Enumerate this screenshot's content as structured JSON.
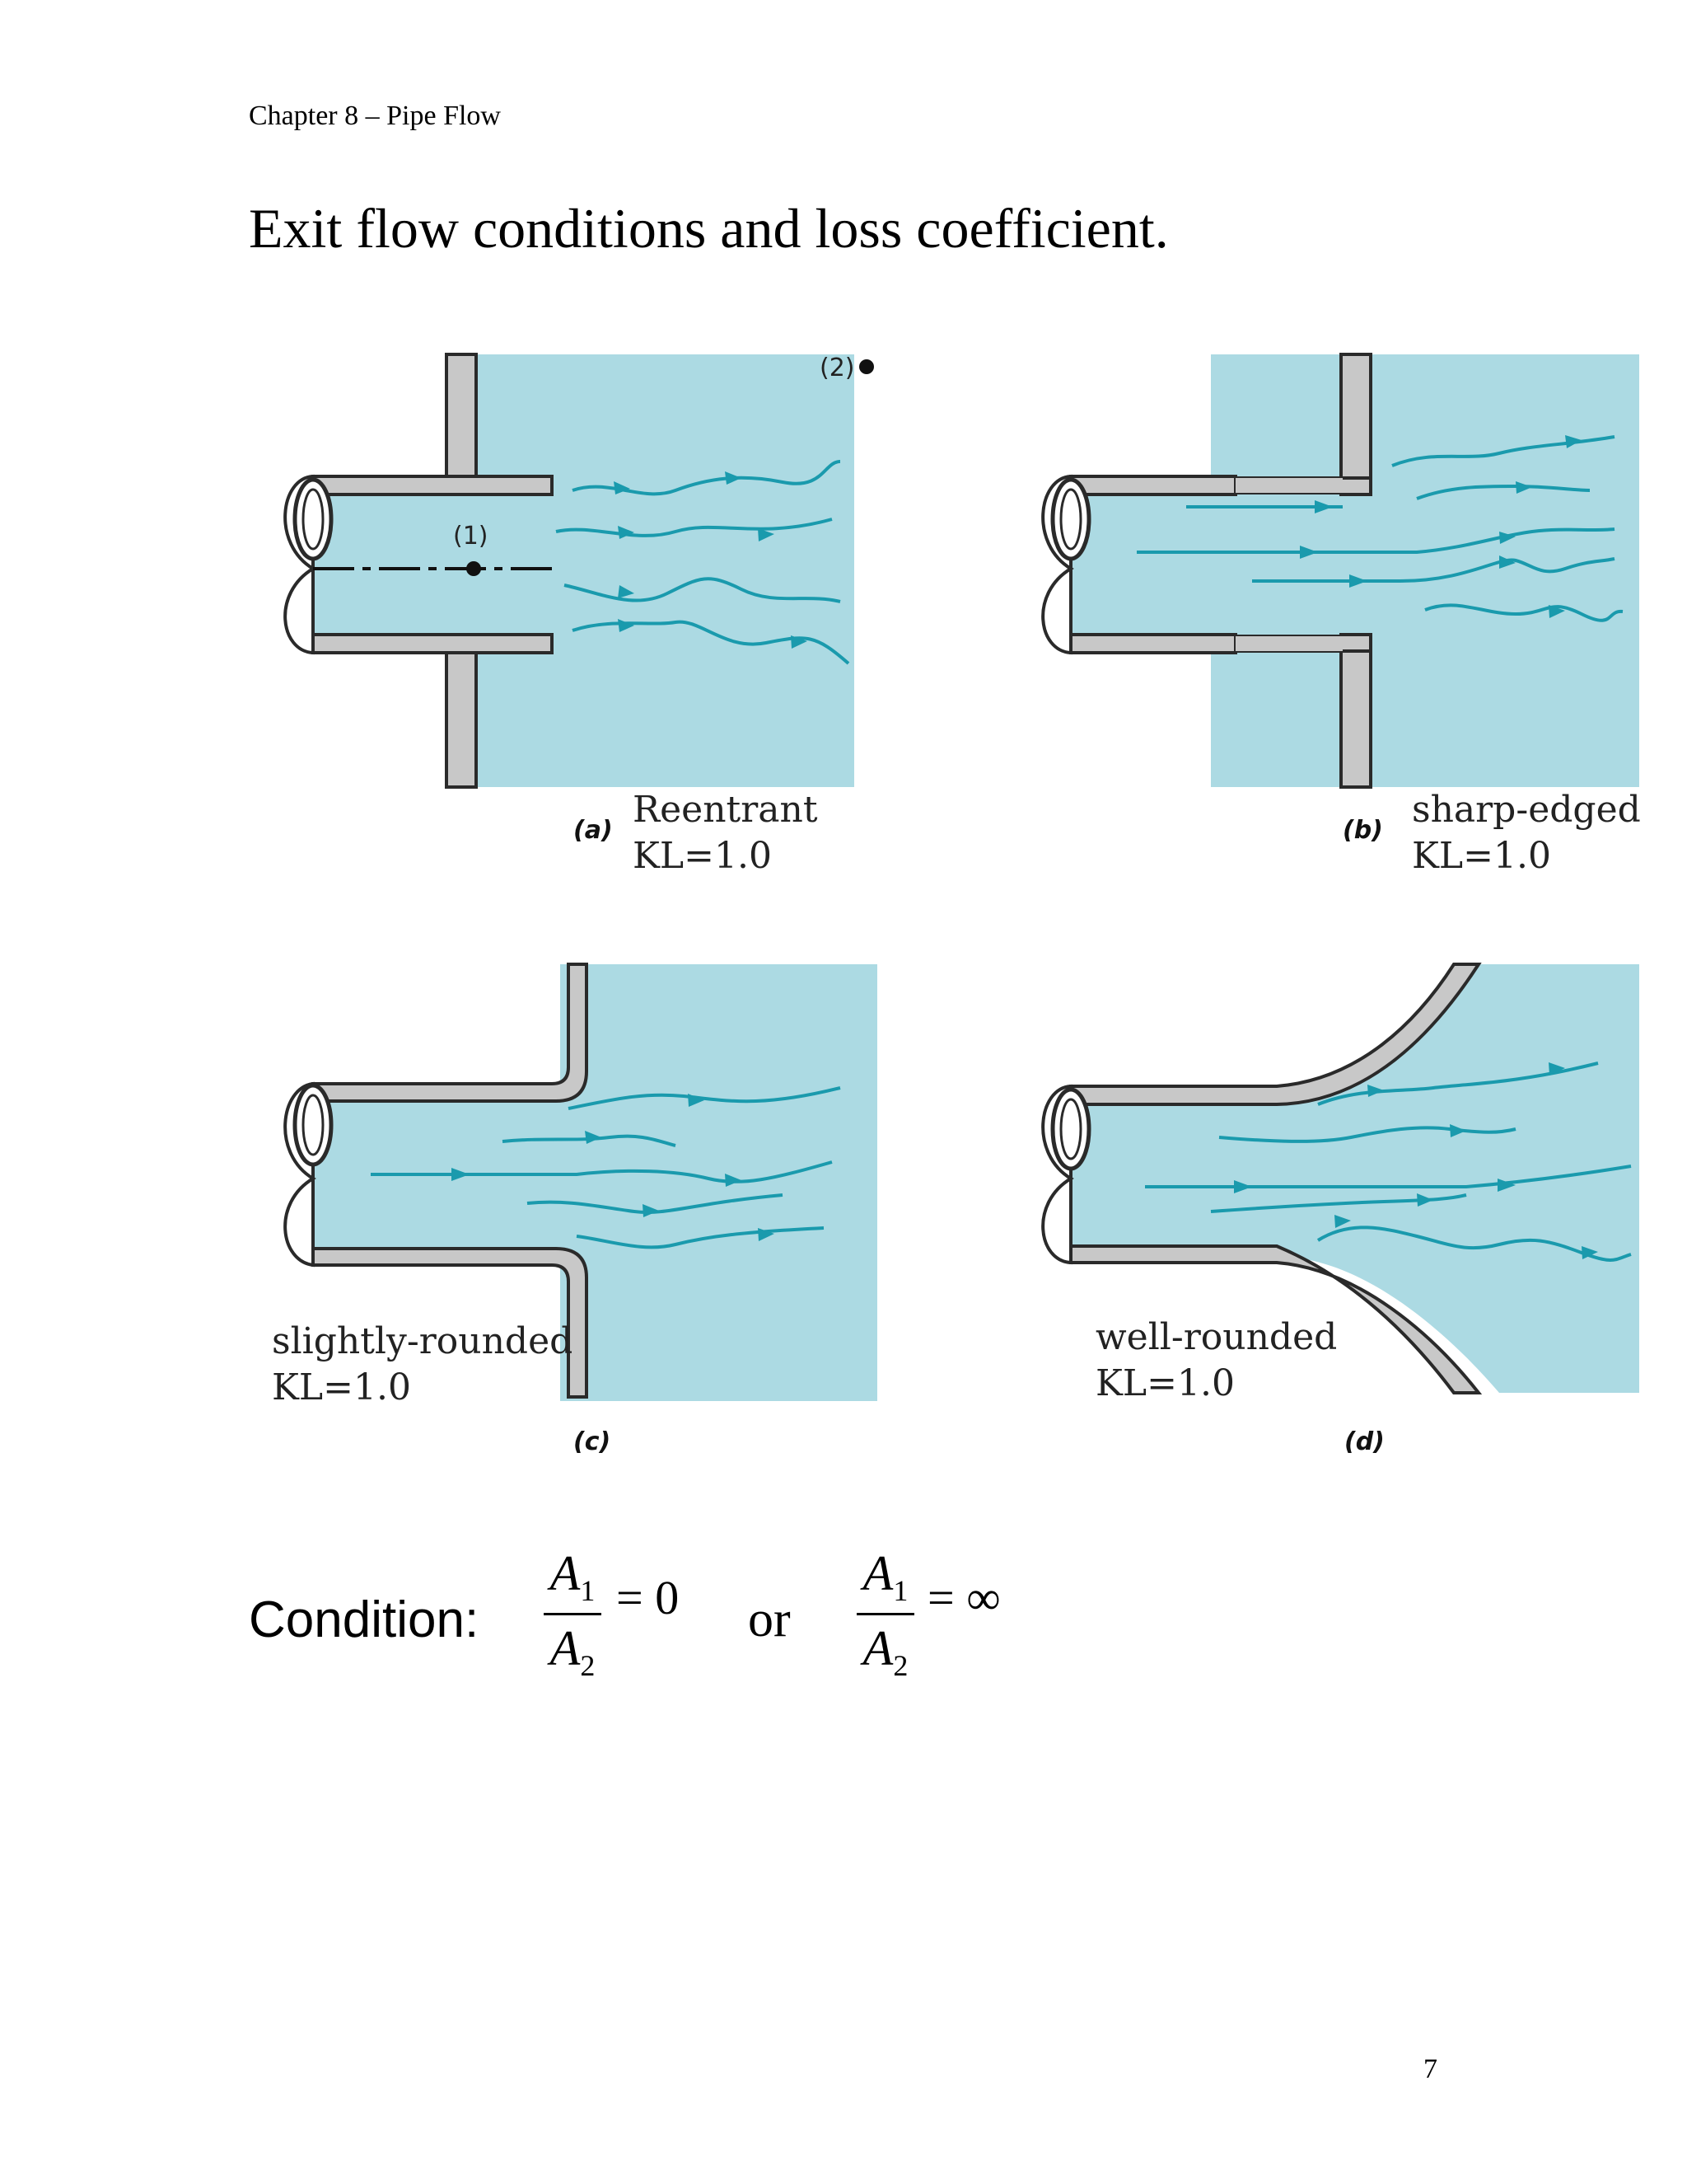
{
  "header": "Chapter 8 – Pipe Flow",
  "title": "Exit flow conditions and loss coefficient.",
  "panels": {
    "a": {
      "tag": "(a)",
      "name": "Reentrant",
      "kl": "KL=1.0",
      "point1": "(1)",
      "point2": "(2)"
    },
    "b": {
      "tag": "(b)",
      "name": "sharp-edged",
      "kl": "KL=1.0"
    },
    "c": {
      "tag": "(c)",
      "name": "slightly-rounded",
      "kl": "KL=1.0"
    },
    "d": {
      "tag": "(d)",
      "name": "well-rounded",
      "kl": "KL=1.0"
    }
  },
  "condition": {
    "label": "Condition:",
    "frac1": {
      "num": "A",
      "num_sub": "1",
      "den": "A",
      "den_sub": "2",
      "rhs": "= 0"
    },
    "or": "or",
    "frac2": {
      "num": "A",
      "num_sub": "1",
      "den": "A",
      "den_sub": "2",
      "rhs": "= ∞"
    }
  },
  "page_number": "7",
  "colors": {
    "water": "#acdae3",
    "streamline": "#1a9aad",
    "wall": "#c8c8c8",
    "outline": "#2a2a2a"
  }
}
